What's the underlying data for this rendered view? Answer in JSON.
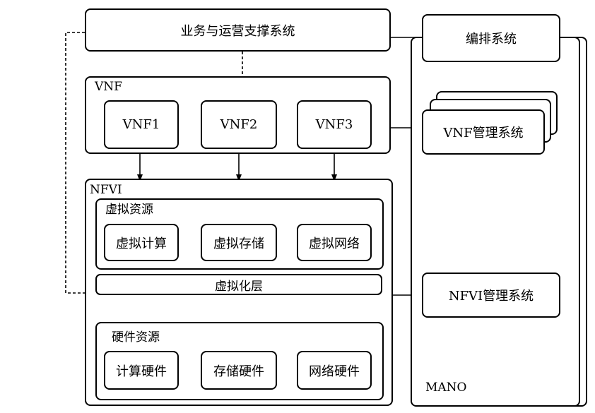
{
  "oss": {
    "label": "业务与运营支撑系统"
  },
  "vnf_group": {
    "title": "VNF",
    "items": [
      "VNF1",
      "VNF2",
      "VNF3"
    ]
  },
  "nfvi": {
    "title": "NFVI",
    "virtual_resources": {
      "title": "虚拟资源",
      "items": [
        "虚拟计算",
        "虚拟存储",
        "虚拟网络"
      ]
    },
    "virtualization_layer": "虚拟化层",
    "hardware_resources": {
      "title": "硬件资源",
      "items": [
        "计算硬件",
        "存储硬件",
        "网络硬件"
      ]
    }
  },
  "mano": {
    "title": "MANO",
    "orchestrator": "编排系统",
    "vnf_manager": "VNF管理系统",
    "vim": "NFVI管理系统"
  }
}
